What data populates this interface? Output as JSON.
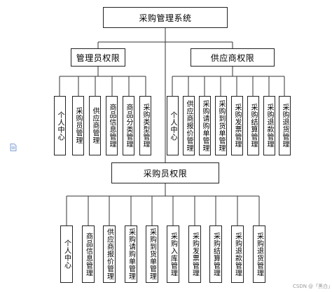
{
  "root": {
    "label": "采购管理系统"
  },
  "admin": {
    "label": "管理员权限",
    "children": [
      "个人中心",
      "采购员管理",
      "供应商管理",
      "商品信息管理",
      "商品分类管理",
      "采购类型管理"
    ]
  },
  "supplier": {
    "label": "供应商权限",
    "children": [
      "个人中心",
      "供应商报价管理",
      "采购请购单管理",
      "采购到货单管理",
      "采购发票管理",
      "采购结算管理",
      "采购退款管理",
      "采购退货管理"
    ]
  },
  "buyer": {
    "label": "采购员权限",
    "children": [
      "个人中心",
      "商品信息管理",
      "供应商报价管理",
      "采购请购单管理",
      "采购到货单管理",
      "采购入库管理",
      "采购发票管理",
      "采购结算管理",
      "采购退款管理",
      "采购退货管理"
    ]
  },
  "watermark": "CSDN @「黑白」",
  "icon": "document-icon"
}
